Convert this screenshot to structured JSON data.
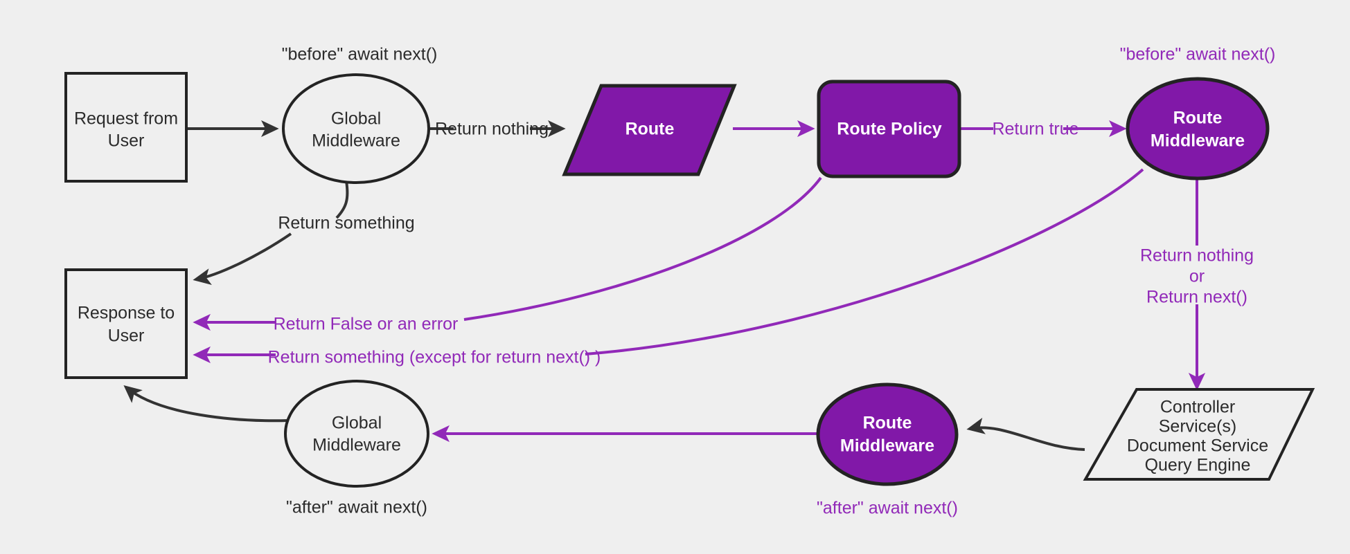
{
  "diagram": {
    "title": "Middleware request lifecycle flow",
    "background_color": "#efefef",
    "accent_purple": "#8118a8",
    "label_purple": "#9129b8",
    "outline_color": "#232323",
    "nodes": {
      "request": {
        "line1": "Request from",
        "line2": "User"
      },
      "global_middleware_top": {
        "line1": "Global",
        "line2": "Middleware"
      },
      "route": {
        "label": "Route"
      },
      "route_policy": {
        "label": "Route Policy"
      },
      "route_middleware_top": {
        "line1": "Route",
        "line2": "Middleware"
      },
      "response": {
        "line1": "Response to",
        "line2": "User"
      },
      "global_middleware_bottom": {
        "line1": "Global",
        "line2": "Middleware"
      },
      "route_middleware_bottom": {
        "line1": "Route",
        "line2": "Middleware"
      },
      "controller": {
        "line1": "Controller",
        "line2": "Service(s)",
        "line3": "Document Service",
        "line4": "Query Engine"
      }
    },
    "annotations": {
      "before_await_next_global": "\"before\" await next()",
      "before_await_next_route": "\"before\" await next()",
      "after_await_next_global": "\"after\" await next()",
      "after_await_next_route": "\"after\" await next()"
    },
    "edge_labels": {
      "return_nothing": "Return nothing",
      "return_something_top": "Return something",
      "return_true": "Return true",
      "return_nothing_or_next_l1": "Return nothing",
      "return_nothing_or_next_l2": "or",
      "return_nothing_or_next_l3": "Return next()",
      "return_false_or_error": "Return False or an error",
      "return_something_except_next": "Return something (except for return next() )"
    }
  }
}
